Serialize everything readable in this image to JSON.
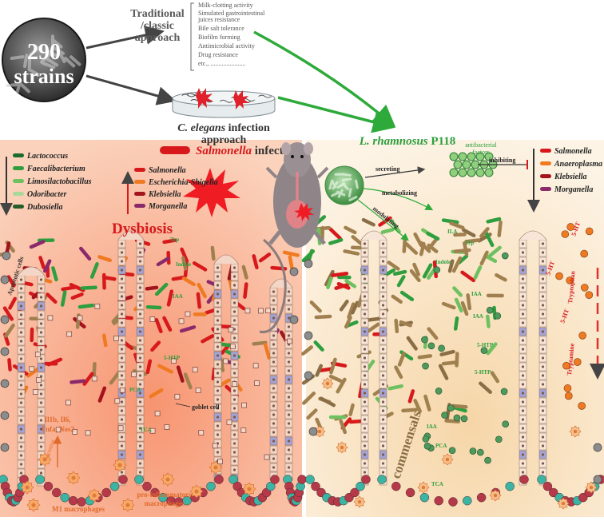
{
  "screening": {
    "strains_count": "290",
    "strains_word": "strains",
    "traditional_title_line1": "Traditional",
    "traditional_title_line2": "/classic",
    "traditional_title_line3": "approach",
    "assays": [
      "Milk-clotting  activity",
      "Simulated gastrointestinal",
      "juices resistance",
      "Bile salt tolerance",
      "Biofilm forming",
      "Antimicrobial activity",
      "Drug resistance",
      "etc., ......................"
    ],
    "celegans_species": "C. elegans",
    "celegans_rest": " infection",
    "celegans_line2": "approach",
    "selected_species": "L. rhamnosus",
    "selected_strain": " P118"
  },
  "infection": {
    "title_species": "Salmonella",
    "title_rest": " infection",
    "decreased_taxa": [
      "Lactococcus",
      "Faecalibacterium",
      "Limosilactobacillus",
      "Odoribacter",
      "Dubosiella"
    ],
    "increased_taxa": [
      "Salmonella",
      "Escherichia-Shigella",
      "Klebsiella",
      "Morganella"
    ],
    "dysbiosis": "Dysbiosis",
    "apoptotic_cells": "Apoptotic cells",
    "cytokines_line1": "Il1b, Il6,",
    "cytokines_line2": "Tnfa, Nos2",
    "secreting_small": "secreting",
    "m1_macrophages": "M1 macrophages",
    "proinflammatory_line1": "pro-inflammatory",
    "proinflammatory_line2": "macrophages",
    "goblet_cell": "goblet cell",
    "metabolites_left": [
      "Trp",
      "Indole",
      "IAA",
      "5-HTP",
      "PCA",
      "TCA"
    ]
  },
  "treatment": {
    "secreting": "secreting",
    "metabolizing": "metabolizing",
    "modulating": "modulating",
    "inhibiting": "inhibiting",
    "antibacterial_line1": "antibacterial",
    "antibacterial_line2": "factors",
    "inhibited_taxa": [
      "Salmonella",
      "Anaeroplasma",
      "Klebsiella",
      "Morganella"
    ],
    "commensals": "commensals",
    "metabolites_right": [
      "Trp",
      "ILA",
      "Indole",
      "IAA",
      "IAA",
      "5-HTP",
      "5-HTP",
      "IAA",
      "PCA",
      "TCA"
    ],
    "right_pathway": [
      "5-HT",
      "5-HT",
      "5-HT",
      "Tryptophan",
      "Tryptamine"
    ]
  },
  "colors": {
    "salmonella_red": "#d7191c",
    "lactobacillus_green": "#2e9e3e",
    "commensal_brown": "#a0804f",
    "panel_left_bg": "#f7b193",
    "panel_right_bg": "#f8e7c8",
    "macrophage_orange": "#f4a25a"
  }
}
